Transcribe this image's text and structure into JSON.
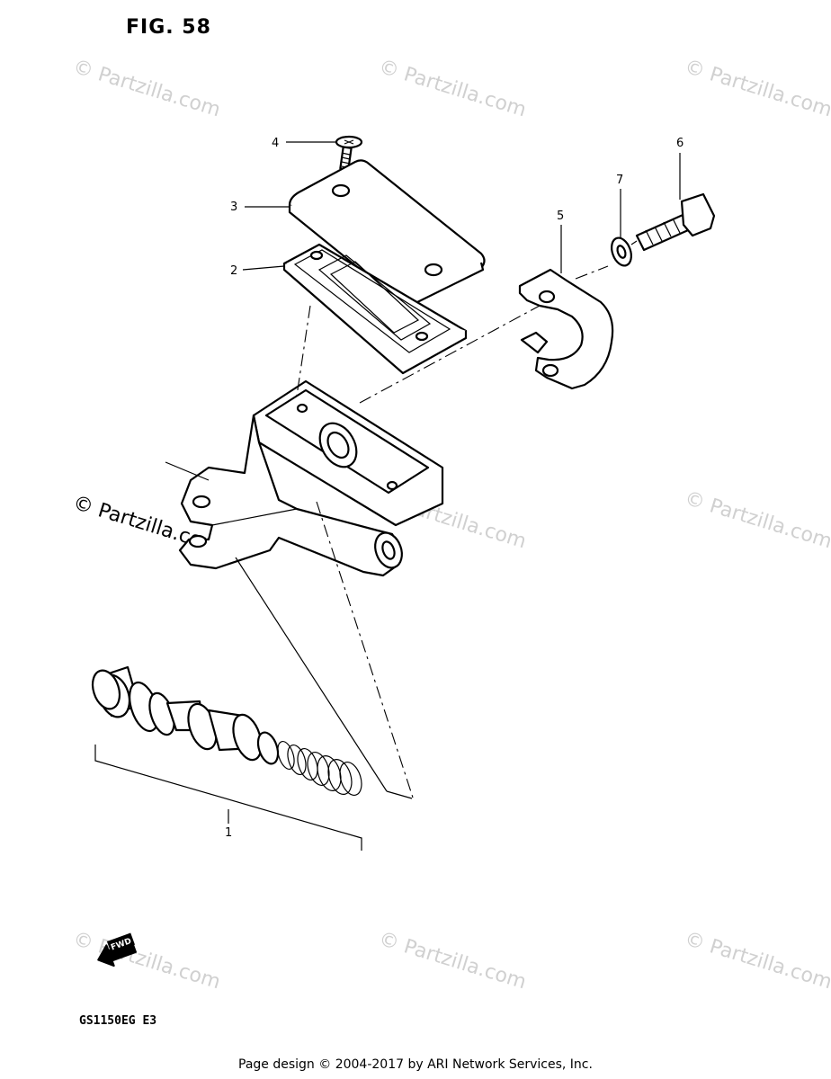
{
  "figure": {
    "title": "FIG. 58",
    "model_code": "GS1150EG  E3",
    "footer": "Page design © 2004-2017 by ARI Network Services, Inc."
  },
  "watermarks": {
    "light_text": "© Partzilla.com",
    "dark_text": "© Partzilla.com"
  },
  "callouts": {
    "c1": "1",
    "c2": "2",
    "c3": "3",
    "c4": "4",
    "c5": "5",
    "c6": "6",
    "c7": "7"
  },
  "fwd_badge": "FWD",
  "colors": {
    "line": "#000000",
    "watermark": "#d0d0d0",
    "background": "#ffffff"
  }
}
